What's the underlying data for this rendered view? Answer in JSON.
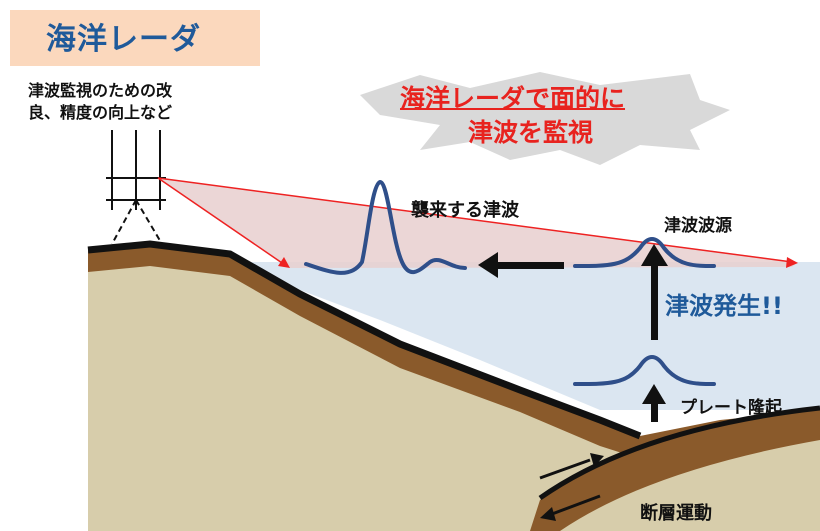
{
  "title": "海洋レーダ",
  "radar_note": [
    "津波監視のための改",
    "良、精度の向上など"
  ],
  "headline": {
    "underlined": "海洋レーダで面的に",
    "second_line": "津波を監視"
  },
  "labels": {
    "incoming_tsunami": "襲来する津波",
    "tsunami_source": "津波波源",
    "tsunami_occurrence": "津波発生!!",
    "plate_uplift": "プレート隆起",
    "fault_movement": "断層運動"
  },
  "colors": {
    "title_bg": "#fbd8bd",
    "title_text": "#1f5a9a",
    "headline": "#e8231f",
    "sea": "#dbe6f1",
    "coverage": "#e7cfcf",
    "land": "#d7cdab",
    "crust": "#8a5a2b",
    "wave": "#2f4f8a",
    "radar_beam": "#ee2222"
  }
}
